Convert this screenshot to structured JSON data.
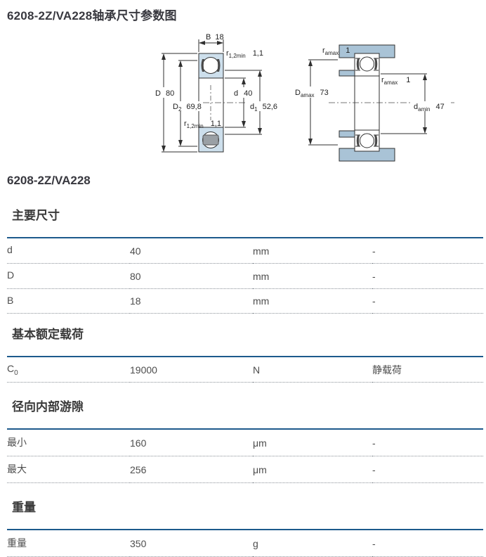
{
  "page_title": "6208-2Z/VA228轴承尺寸参数图",
  "subtitle": "6208-2Z/VA228",
  "colors": {
    "table_accent_line": "#1d5a8c",
    "ring_fill": "#cddfec",
    "housing_fill": "#a9c3d6",
    "outline": "#2f2f2f"
  },
  "diagram": {
    "left": {
      "name": "bearing-cross-section",
      "dims": {
        "B": {
          "label": "B",
          "value": "18"
        },
        "r_top": {
          "label": "r",
          "sub": "1,2min",
          "value": "1,1"
        },
        "D": {
          "label": "D",
          "value": "80"
        },
        "D2": {
          "label": "D",
          "sub": "2",
          "value": "69,8"
        },
        "d": {
          "label": "d",
          "value": "40"
        },
        "d1": {
          "label": "d",
          "sub": "1",
          "value": "52,6"
        },
        "r_bottom": {
          "label": "r",
          "sub": "1,2min",
          "value": "1,1"
        }
      }
    },
    "right": {
      "name": "bearing-mounting-abutment",
      "dims": {
        "ra_top": {
          "label": "r",
          "sub": "amax",
          "value": "1"
        },
        "Damax": {
          "label": "D",
          "sub": "amax",
          "value": "73"
        },
        "ra_mid": {
          "label": "r",
          "sub": "amax",
          "value": "1"
        },
        "damin": {
          "label": "d",
          "sub": "amin",
          "value": "47"
        }
      }
    }
  },
  "sections": [
    {
      "heading": "主要尺寸",
      "rows": [
        {
          "label": "d",
          "sub": "",
          "value": "40",
          "unit": "mm",
          "note": "-"
        },
        {
          "label": "D",
          "sub": "",
          "value": "80",
          "unit": "mm",
          "note": "-"
        },
        {
          "label": "B",
          "sub": "",
          "value": "18",
          "unit": "mm",
          "note": "-"
        }
      ]
    },
    {
      "heading": "基本额定载荷",
      "rows": [
        {
          "label": "C",
          "sub": "0",
          "value": "19000",
          "unit": "N",
          "note": "静载荷"
        }
      ]
    },
    {
      "heading": "径向内部游隙",
      "rows": [
        {
          "label": "最小",
          "sub": "",
          "value": "160",
          "unit": "μm",
          "note": "-"
        },
        {
          "label": "最大",
          "sub": "",
          "value": "256",
          "unit": "μm",
          "note": "-"
        }
      ]
    },
    {
      "heading": "重量",
      "rows": [
        {
          "label": "重量",
          "sub": "",
          "value": "350",
          "unit": "g",
          "note": "-"
        }
      ]
    }
  ]
}
